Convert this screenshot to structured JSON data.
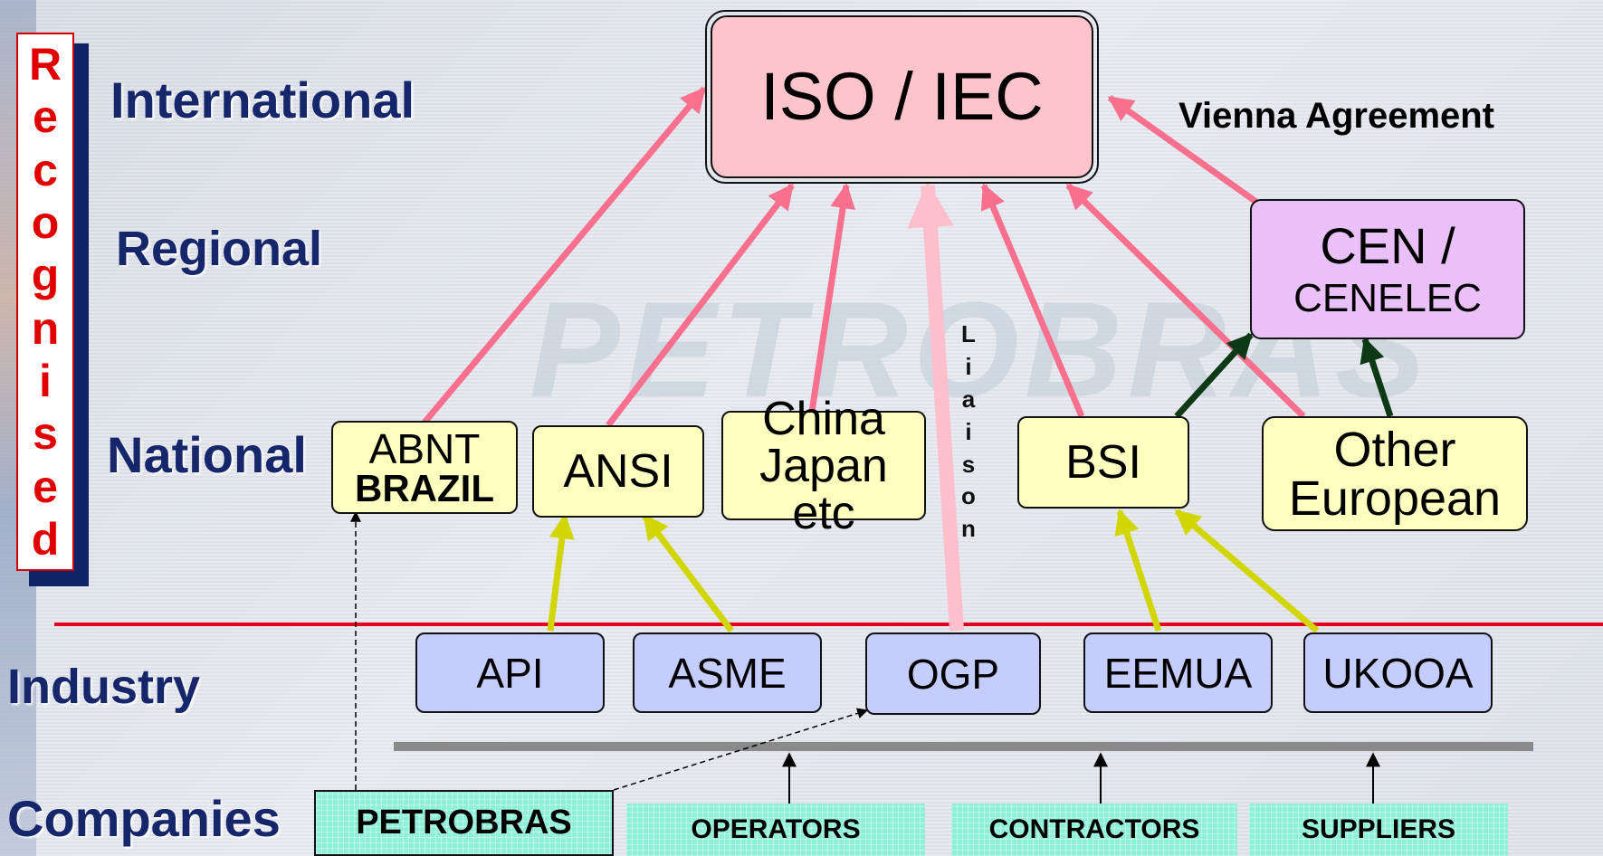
{
  "side_label": {
    "letters": [
      "R",
      "e",
      "c",
      "o",
      "g",
      "n",
      "i",
      "s",
      "e",
      "d"
    ]
  },
  "levels": {
    "international": "International",
    "regional": "Regional",
    "national": "National",
    "industry": "Industry",
    "companies": "Companies"
  },
  "watermark": "PETROBRAS",
  "boxes": {
    "iso": "ISO / IEC",
    "cen_line1": "CEN /",
    "cen_line2": "CENELEC",
    "abnt_line1": "ABNT",
    "abnt_line2": "BRAZIL",
    "ansi": "ANSI",
    "china_line1": "China",
    "china_line2": "Japan etc",
    "bsi": "BSI",
    "other_line1": "Other",
    "other_line2": "European",
    "api": "API",
    "asme": "ASME",
    "ogp": "OGP",
    "eemua": "EEMUA",
    "ukooa": "UKOOA"
  },
  "companies": {
    "petrobras": "PETROBRAS",
    "operators": "OPERATORS",
    "contractors": "CONTRACTORS",
    "suppliers": "SUPPLIERS"
  },
  "annotations": {
    "vienna": "Vienna Agreement",
    "liaison_letters": [
      "L",
      "i",
      "a",
      "i",
      "s",
      "o",
      "n"
    ]
  },
  "colors": {
    "recognition_arrow": "#f8708e",
    "liaison_arrow": "#fdbfcc",
    "industry_arrow": "#d1d600",
    "regional_arrow": "#0d3a16",
    "divider_line": "#e4001f",
    "company_bar": "#8a8a8a"
  }
}
